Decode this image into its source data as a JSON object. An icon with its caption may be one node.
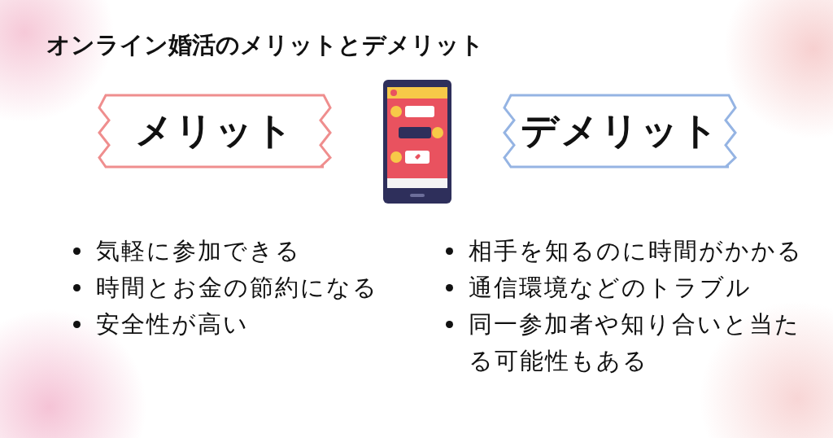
{
  "diagram": {
    "title": "オンライン婚活のメリットとデメリット",
    "nodes": [
      {
        "text": [
          "メリット"
        ]
      },
      {
        "text": [
          "デメリット"
        ]
      }
    ],
    "edges": [],
    "labels": [
      "気軽に参加できる",
      "時間とお金の節約になる",
      "安全性が高い",
      "相手を知るのに時間がかかる",
      "通信環境などのトラブル",
      "同一参加者や知り合いと当たる可能性もある"
    ]
  }
}
